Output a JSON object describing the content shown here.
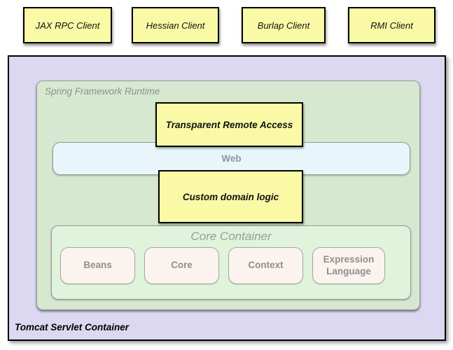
{
  "clients": [
    {
      "label": "JAX RPC Client"
    },
    {
      "label": "Hessian Client"
    },
    {
      "label": "Burlap Client"
    },
    {
      "label": "RMI Client"
    }
  ],
  "tomcat": {
    "label": "Tomcat Servlet Container"
  },
  "spring_runtime": {
    "label": "Spring Framework Runtime"
  },
  "remote_access": {
    "label": "Transparent Remote Access"
  },
  "web": {
    "label": "Web"
  },
  "domain_logic": {
    "label": "Custom domain logic"
  },
  "core_container": {
    "label": "Core Container",
    "modules": [
      {
        "label": "Beans"
      },
      {
        "label": "Core"
      },
      {
        "label": "Context"
      },
      {
        "label": "Expression Language"
      }
    ]
  },
  "colors": {
    "client_fill": "#faf9a5",
    "tomcat_fill": "#ddd8f1",
    "runtime_fill": "#d6e8d0",
    "web_fill": "#e8f6fb",
    "core_fill": "#e0f4dc",
    "module_fill": "#fbf3ee",
    "border_black": "#000000",
    "border_gray": "#9a9a9a",
    "label_gray": "#8f8f8f"
  }
}
